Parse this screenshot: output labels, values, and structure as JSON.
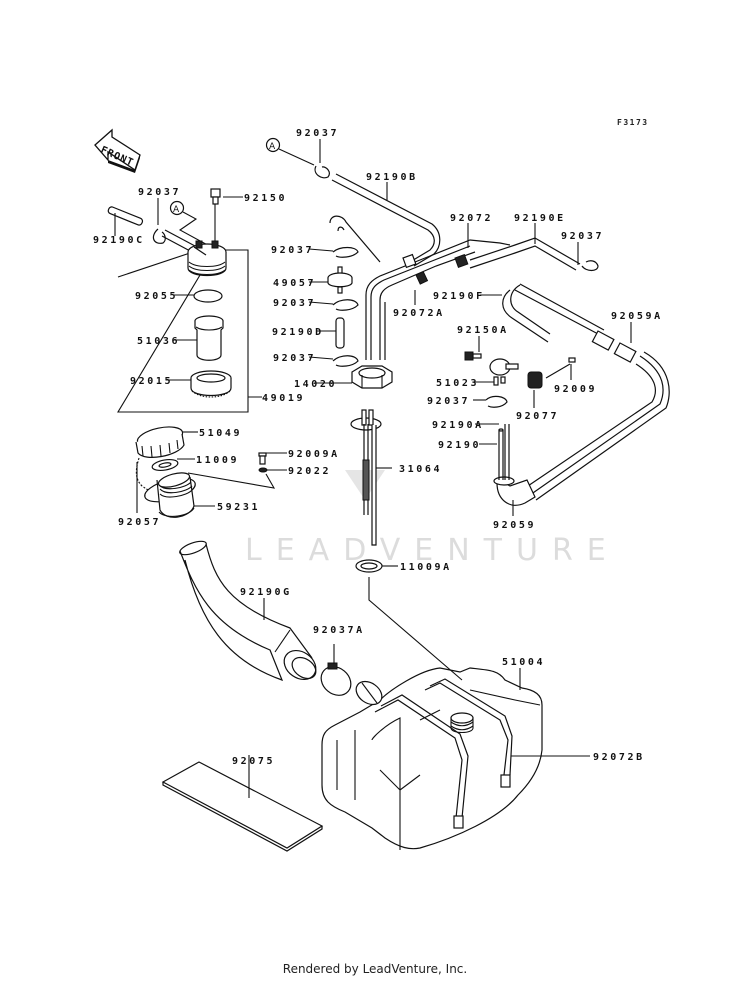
{
  "diagram": {
    "figure_code": "F3173",
    "front_arrow_label": "FRONT",
    "reference_marker": "A",
    "watermark": "LEADVENTURE",
    "footer": "Rendered by LeadVenture, Inc.",
    "parts": [
      {
        "id": "p92037_top",
        "number": "92037"
      },
      {
        "id": "p92190B",
        "number": "92190B"
      },
      {
        "id": "p92037_left",
        "number": "92037"
      },
      {
        "id": "p92150",
        "number": "92150"
      },
      {
        "id": "p92190C",
        "number": "92190C"
      },
      {
        "id": "p92072",
        "number": "92072"
      },
      {
        "id": "p92190E",
        "number": "92190E"
      },
      {
        "id": "p92037_right",
        "number": "92037"
      },
      {
        "id": "p92037_a",
        "number": "92037"
      },
      {
        "id": "p49057",
        "number": "49057"
      },
      {
        "id": "p92037_b",
        "number": "92037"
      },
      {
        "id": "p92072A",
        "number": "92072A"
      },
      {
        "id": "p92190F",
        "number": "92190F"
      },
      {
        "id": "p92059A",
        "number": "92059A"
      },
      {
        "id": "p92055",
        "number": "92055"
      },
      {
        "id": "p51036",
        "number": "51036"
      },
      {
        "id": "p92190D",
        "number": "92190D"
      },
      {
        "id": "p92150A",
        "number": "92150A"
      },
      {
        "id": "p92037_c",
        "number": "92037"
      },
      {
        "id": "p92015",
        "number": "92015"
      },
      {
        "id": "p14020",
        "number": "14020"
      },
      {
        "id": "p51023",
        "number": "51023"
      },
      {
        "id": "p92009",
        "number": "92009"
      },
      {
        "id": "p49019",
        "number": "49019"
      },
      {
        "id": "p92037_d",
        "number": "92037"
      },
      {
        "id": "p92077",
        "number": "92077"
      },
      {
        "id": "p92190A",
        "number": "92190A"
      },
      {
        "id": "p92190",
        "number": "92190"
      },
      {
        "id": "p51049",
        "number": "51049"
      },
      {
        "id": "p11009",
        "number": "11009"
      },
      {
        "id": "p92009A",
        "number": "92009A"
      },
      {
        "id": "p92022",
        "number": "92022"
      },
      {
        "id": "p31064",
        "number": "31064"
      },
      {
        "id": "p92057",
        "number": "92057"
      },
      {
        "id": "p59231",
        "number": "59231"
      },
      {
        "id": "p92059",
        "number": "92059"
      },
      {
        "id": "p11009A",
        "number": "11009A"
      },
      {
        "id": "p92190G",
        "number": "92190G"
      },
      {
        "id": "p92037A",
        "number": "92037A"
      },
      {
        "id": "p51004",
        "number": "51004"
      },
      {
        "id": "p92072B",
        "number": "92072B"
      },
      {
        "id": "p92075",
        "number": "92075"
      }
    ]
  }
}
